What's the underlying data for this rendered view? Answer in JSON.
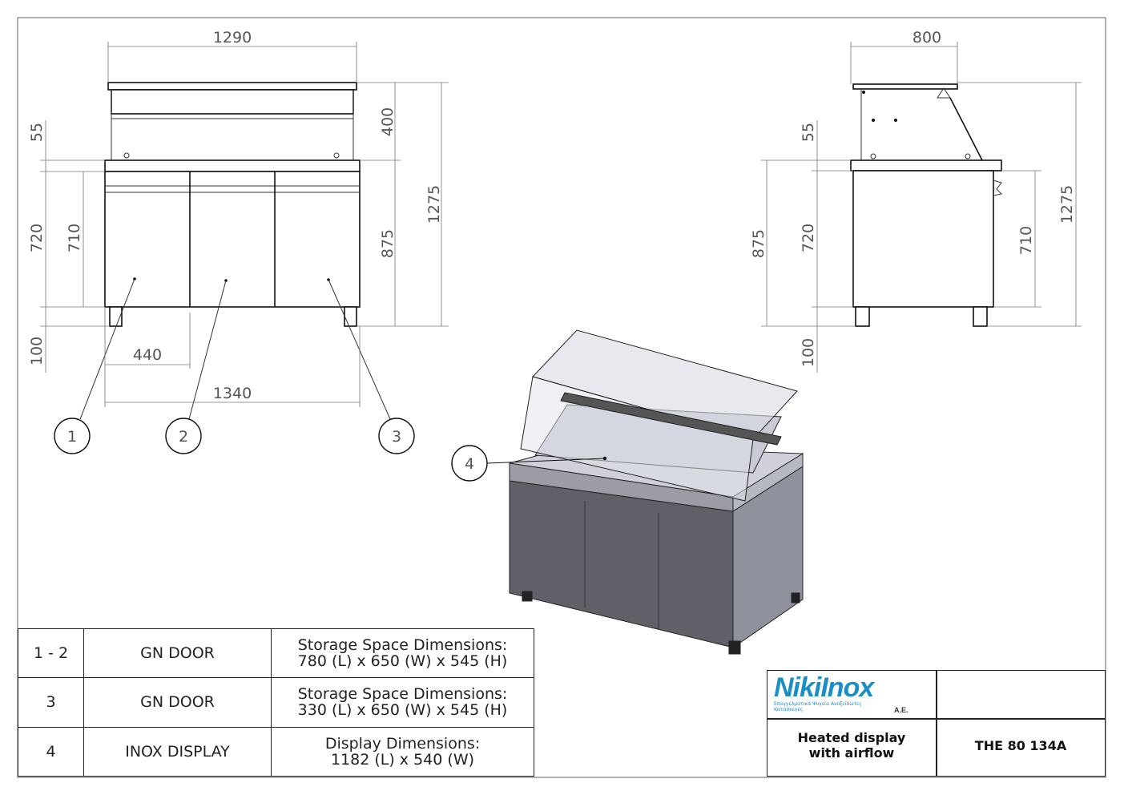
{
  "front_view": {
    "dims": {
      "top_width": "1290",
      "glass_height": "400",
      "counter_height": "875",
      "total_height": "1275",
      "top_thickness": "55",
      "body_height": "720",
      "door_height": "710",
      "leg_height": "100",
      "door_width": "440",
      "total_width": "1340"
    }
  },
  "side_view": {
    "dims": {
      "depth": "800",
      "top_thickness": "55",
      "counter_height": "875",
      "body_height": "720",
      "leg_height": "100",
      "door_height": "710",
      "total_height": "1275"
    }
  },
  "balloons": [
    "1",
    "2",
    "3",
    "4"
  ],
  "parts_table": [
    {
      "item": "1 - 2",
      "name": "GN DOOR",
      "desc_title": "Storage Space Dimensions:",
      "desc_value": "780 (L) x 650 (W) x 545 (H)"
    },
    {
      "item": "3",
      "name": "GN DOOR",
      "desc_title": "Storage Space Dimensions:",
      "desc_value": "330 (L) x 650 (W) x 545 (H)"
    },
    {
      "item": "4",
      "name": "INOX DISPLAY",
      "desc_title": "Display Dimensions:",
      "desc_value": "1182 (L) x 540 (W)"
    }
  ],
  "title_block": {
    "brand": "NikiInox",
    "brand_suffix": "A.E.",
    "brand_tagline": "Επαγγελματικά Ψυγεία Ανοξείδωτες Κατασκευές",
    "description_line1": "Heated display",
    "description_line2": "with airflow",
    "model": "THE 80 134A",
    "brand_color": "#1a8fc7"
  }
}
